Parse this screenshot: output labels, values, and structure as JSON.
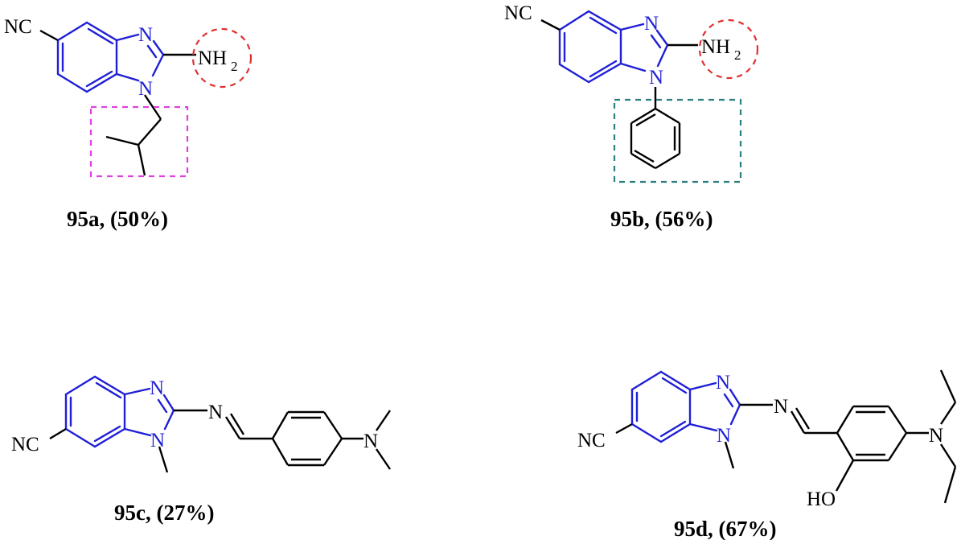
{
  "colors": {
    "benzimidazole_core": "#1f1fd6",
    "substituent": "#000000",
    "amine_highlight": "#e03030",
    "alkyl_highlight": "#e040e0",
    "aryl_highlight": "#2a7f7f"
  },
  "compounds": [
    {
      "caption": "95a, (50%)",
      "labels": {
        "nitrile": "NC",
        "n3": "N",
        "n1": "N",
        "amine": "NH",
        "amine_sub": "2"
      }
    },
    {
      "caption": "95b, (56%)",
      "labels": {
        "nitrile": "NC",
        "n3": "N",
        "n1": "N",
        "amine": "NH",
        "amine_sub": "2"
      }
    },
    {
      "caption": "95c, (27%)",
      "labels": {
        "nitrile": "NC",
        "n3": "N",
        "n1": "N",
        "imine": "N",
        "amine_n": "N"
      }
    },
    {
      "caption": "95d, (67%)",
      "labels": {
        "nitrile": "NC",
        "n3": "N",
        "n1": "N",
        "imine": "N",
        "amine_n": "N",
        "hydroxyl": "HO"
      }
    }
  ]
}
